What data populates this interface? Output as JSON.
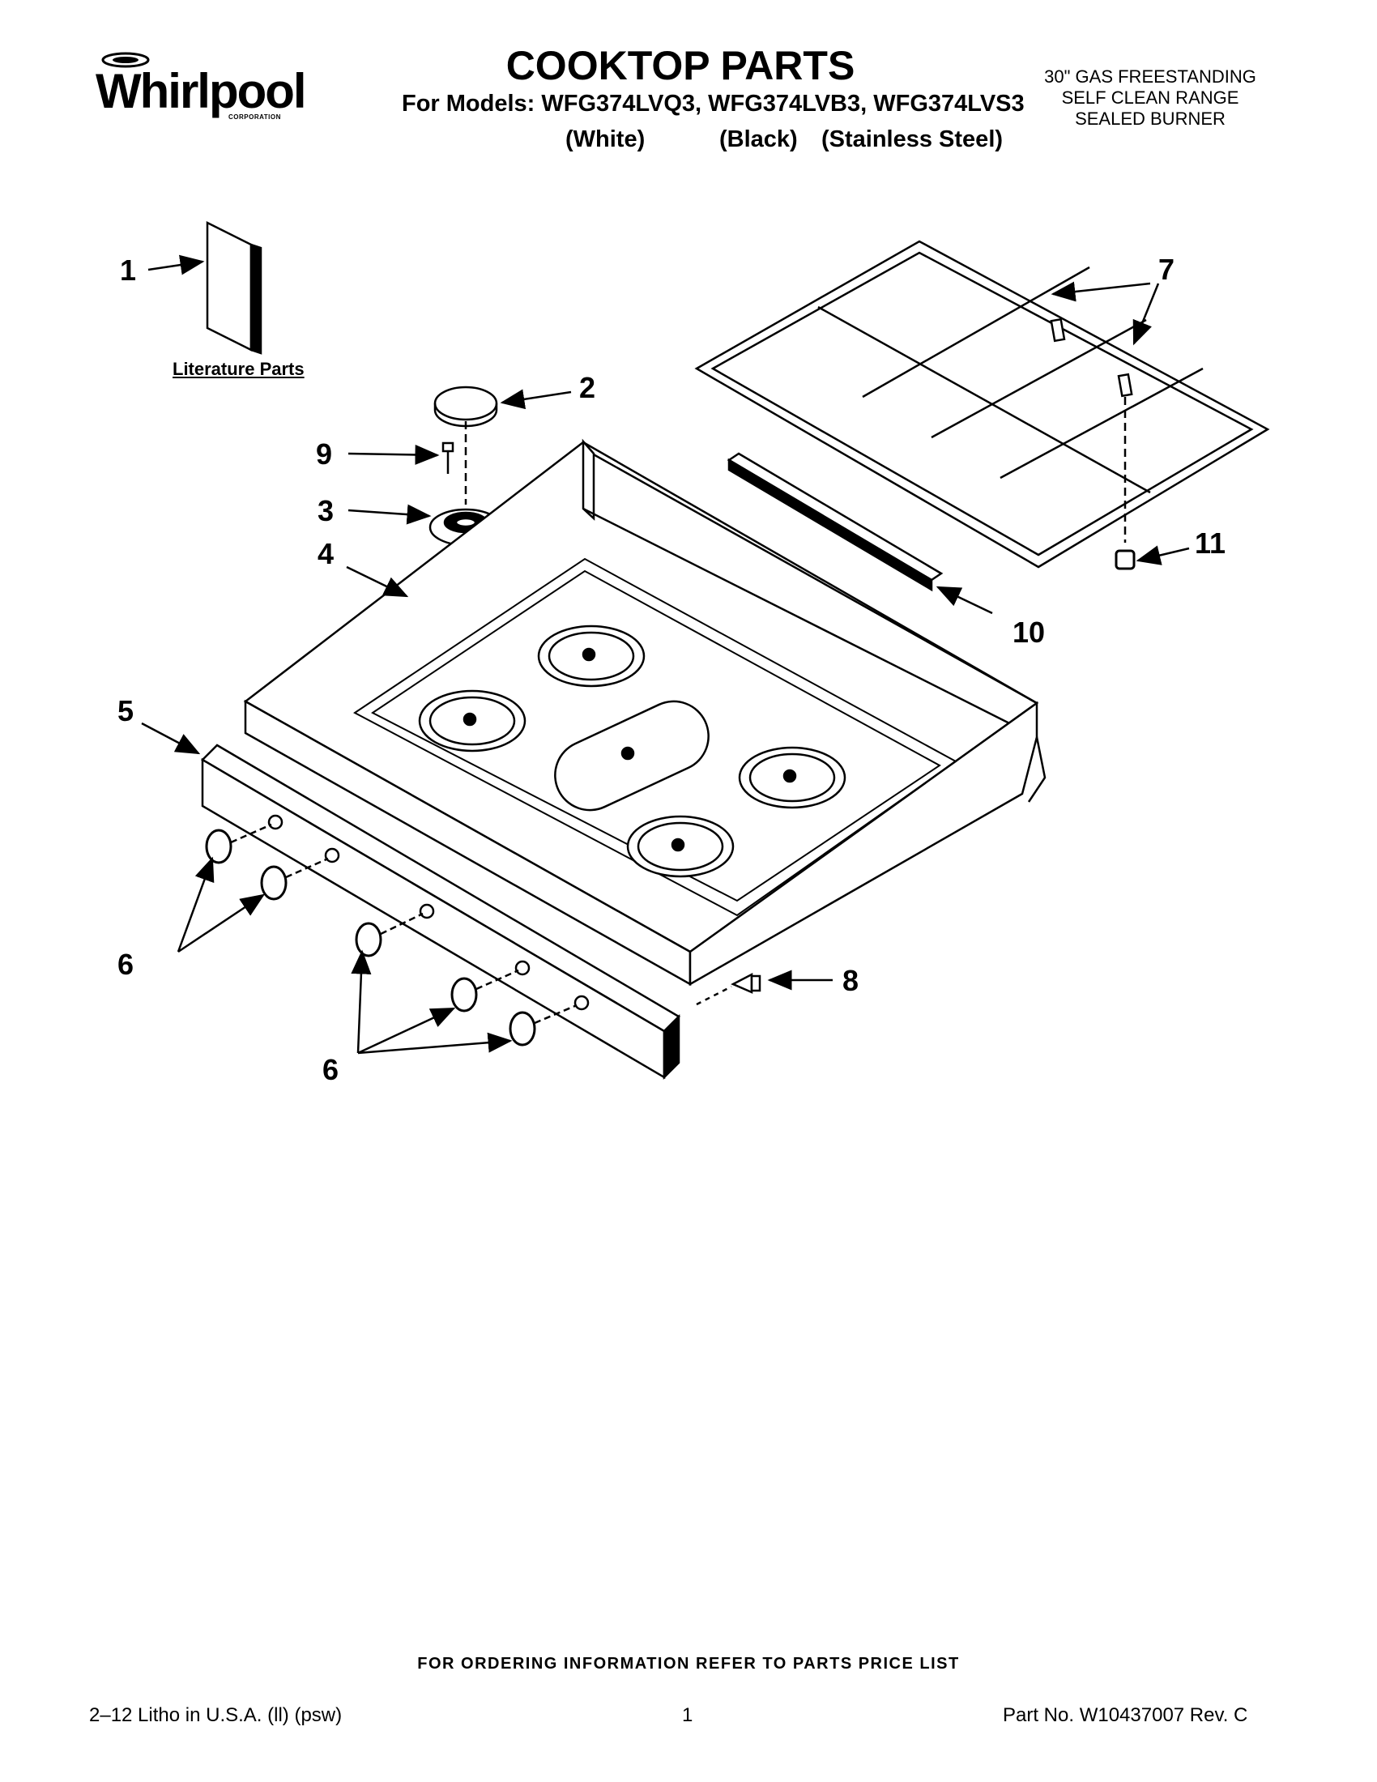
{
  "header": {
    "brand": "Whirlpool",
    "brand_sub": "CORPORATION",
    "title": "COOKTOP PARTS",
    "models_line": "For Models: WFG374LVQ3, WFG374LVB3, WFG374LVS3",
    "colors": [
      "(White)",
      "(Black)",
      "(Stainless Steel)"
    ],
    "spec_lines": [
      "30\" GAS FREESTANDING",
      "SELF CLEAN RANGE",
      "SEALED BURNER"
    ]
  },
  "diagram": {
    "literature_label": "Literature Parts",
    "callouts": [
      "1",
      "2",
      "9",
      "3",
      "4",
      "5",
      "6",
      "6",
      "7",
      "11",
      "10",
      "8"
    ]
  },
  "footer": {
    "ordering_note": "FOR ORDERING INFORMATION REFER TO PARTS PRICE LIST",
    "litho": "2–12 Litho in U.S.A. (ll) (psw)",
    "page": "1",
    "part_no": "Part No. W10437007 Rev. C"
  }
}
